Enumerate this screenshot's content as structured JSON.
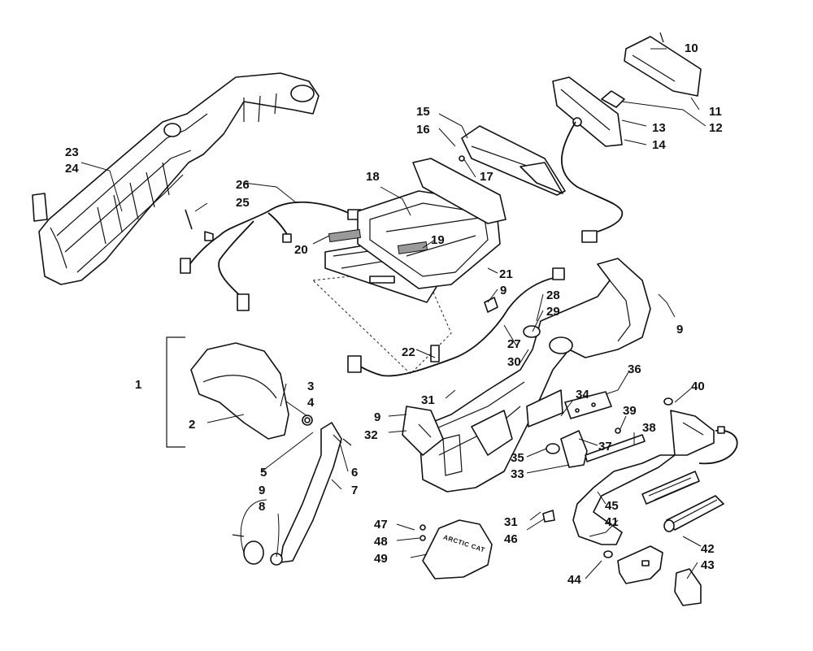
{
  "diagram": {
    "type": "exploded-parts-diagram",
    "brand_mark": "ARCTIC CAT",
    "callouts": [
      {
        "id": "c1",
        "label": "1"
      },
      {
        "id": "c2",
        "label": "2"
      },
      {
        "id": "c3",
        "label": "3"
      },
      {
        "id": "c4",
        "label": "4"
      },
      {
        "id": "c5",
        "label": "5"
      },
      {
        "id": "c6",
        "label": "6"
      },
      {
        "id": "c7",
        "label": "7"
      },
      {
        "id": "c8",
        "label": "8"
      },
      {
        "id": "c9a",
        "label": "9"
      },
      {
        "id": "c9b",
        "label": "9"
      },
      {
        "id": "c9c",
        "label": "9"
      },
      {
        "id": "c9d",
        "label": "9"
      },
      {
        "id": "c10",
        "label": "10"
      },
      {
        "id": "c11",
        "label": "11"
      },
      {
        "id": "c12",
        "label": "12"
      },
      {
        "id": "c13",
        "label": "13"
      },
      {
        "id": "c14",
        "label": "14"
      },
      {
        "id": "c15",
        "label": "15"
      },
      {
        "id": "c16",
        "label": "16"
      },
      {
        "id": "c17",
        "label": "17"
      },
      {
        "id": "c18",
        "label": "18"
      },
      {
        "id": "c19",
        "label": "19"
      },
      {
        "id": "c20",
        "label": "20"
      },
      {
        "id": "c21",
        "label": "21"
      },
      {
        "id": "c22",
        "label": "22"
      },
      {
        "id": "c23",
        "label": "23"
      },
      {
        "id": "c24",
        "label": "24"
      },
      {
        "id": "c25",
        "label": "25"
      },
      {
        "id": "c26",
        "label": "26"
      },
      {
        "id": "c27",
        "label": "27"
      },
      {
        "id": "c28",
        "label": "28"
      },
      {
        "id": "c29",
        "label": "29"
      },
      {
        "id": "c30",
        "label": "30"
      },
      {
        "id": "c31a",
        "label": "31"
      },
      {
        "id": "c31b",
        "label": "31"
      },
      {
        "id": "c32",
        "label": "32"
      },
      {
        "id": "c33",
        "label": "33"
      },
      {
        "id": "c34",
        "label": "34"
      },
      {
        "id": "c35",
        "label": "35"
      },
      {
        "id": "c36",
        "label": "36"
      },
      {
        "id": "c37",
        "label": "37"
      },
      {
        "id": "c38",
        "label": "38"
      },
      {
        "id": "c39",
        "label": "39"
      },
      {
        "id": "c40",
        "label": "40"
      },
      {
        "id": "c41",
        "label": "41"
      },
      {
        "id": "c42",
        "label": "42"
      },
      {
        "id": "c43",
        "label": "43"
      },
      {
        "id": "c44",
        "label": "44"
      },
      {
        "id": "c45",
        "label": "45"
      },
      {
        "id": "c46",
        "label": "46"
      },
      {
        "id": "c47",
        "label": "47"
      },
      {
        "id": "c48",
        "label": "48"
      },
      {
        "id": "c49",
        "label": "49"
      }
    ]
  }
}
